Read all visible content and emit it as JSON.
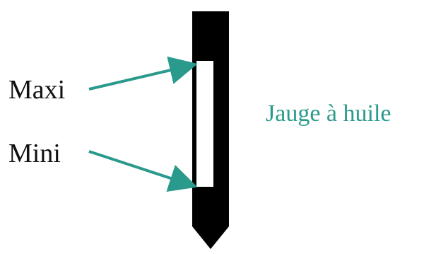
{
  "labels": {
    "maxi": "Maxi",
    "mini": "Mini",
    "title": "Jauge à huile"
  },
  "colors": {
    "dipstick": "#000000",
    "window": "#ffffff",
    "arrow": "#2a9a8c",
    "title": "#2a9a8c",
    "text": "#111111"
  }
}
